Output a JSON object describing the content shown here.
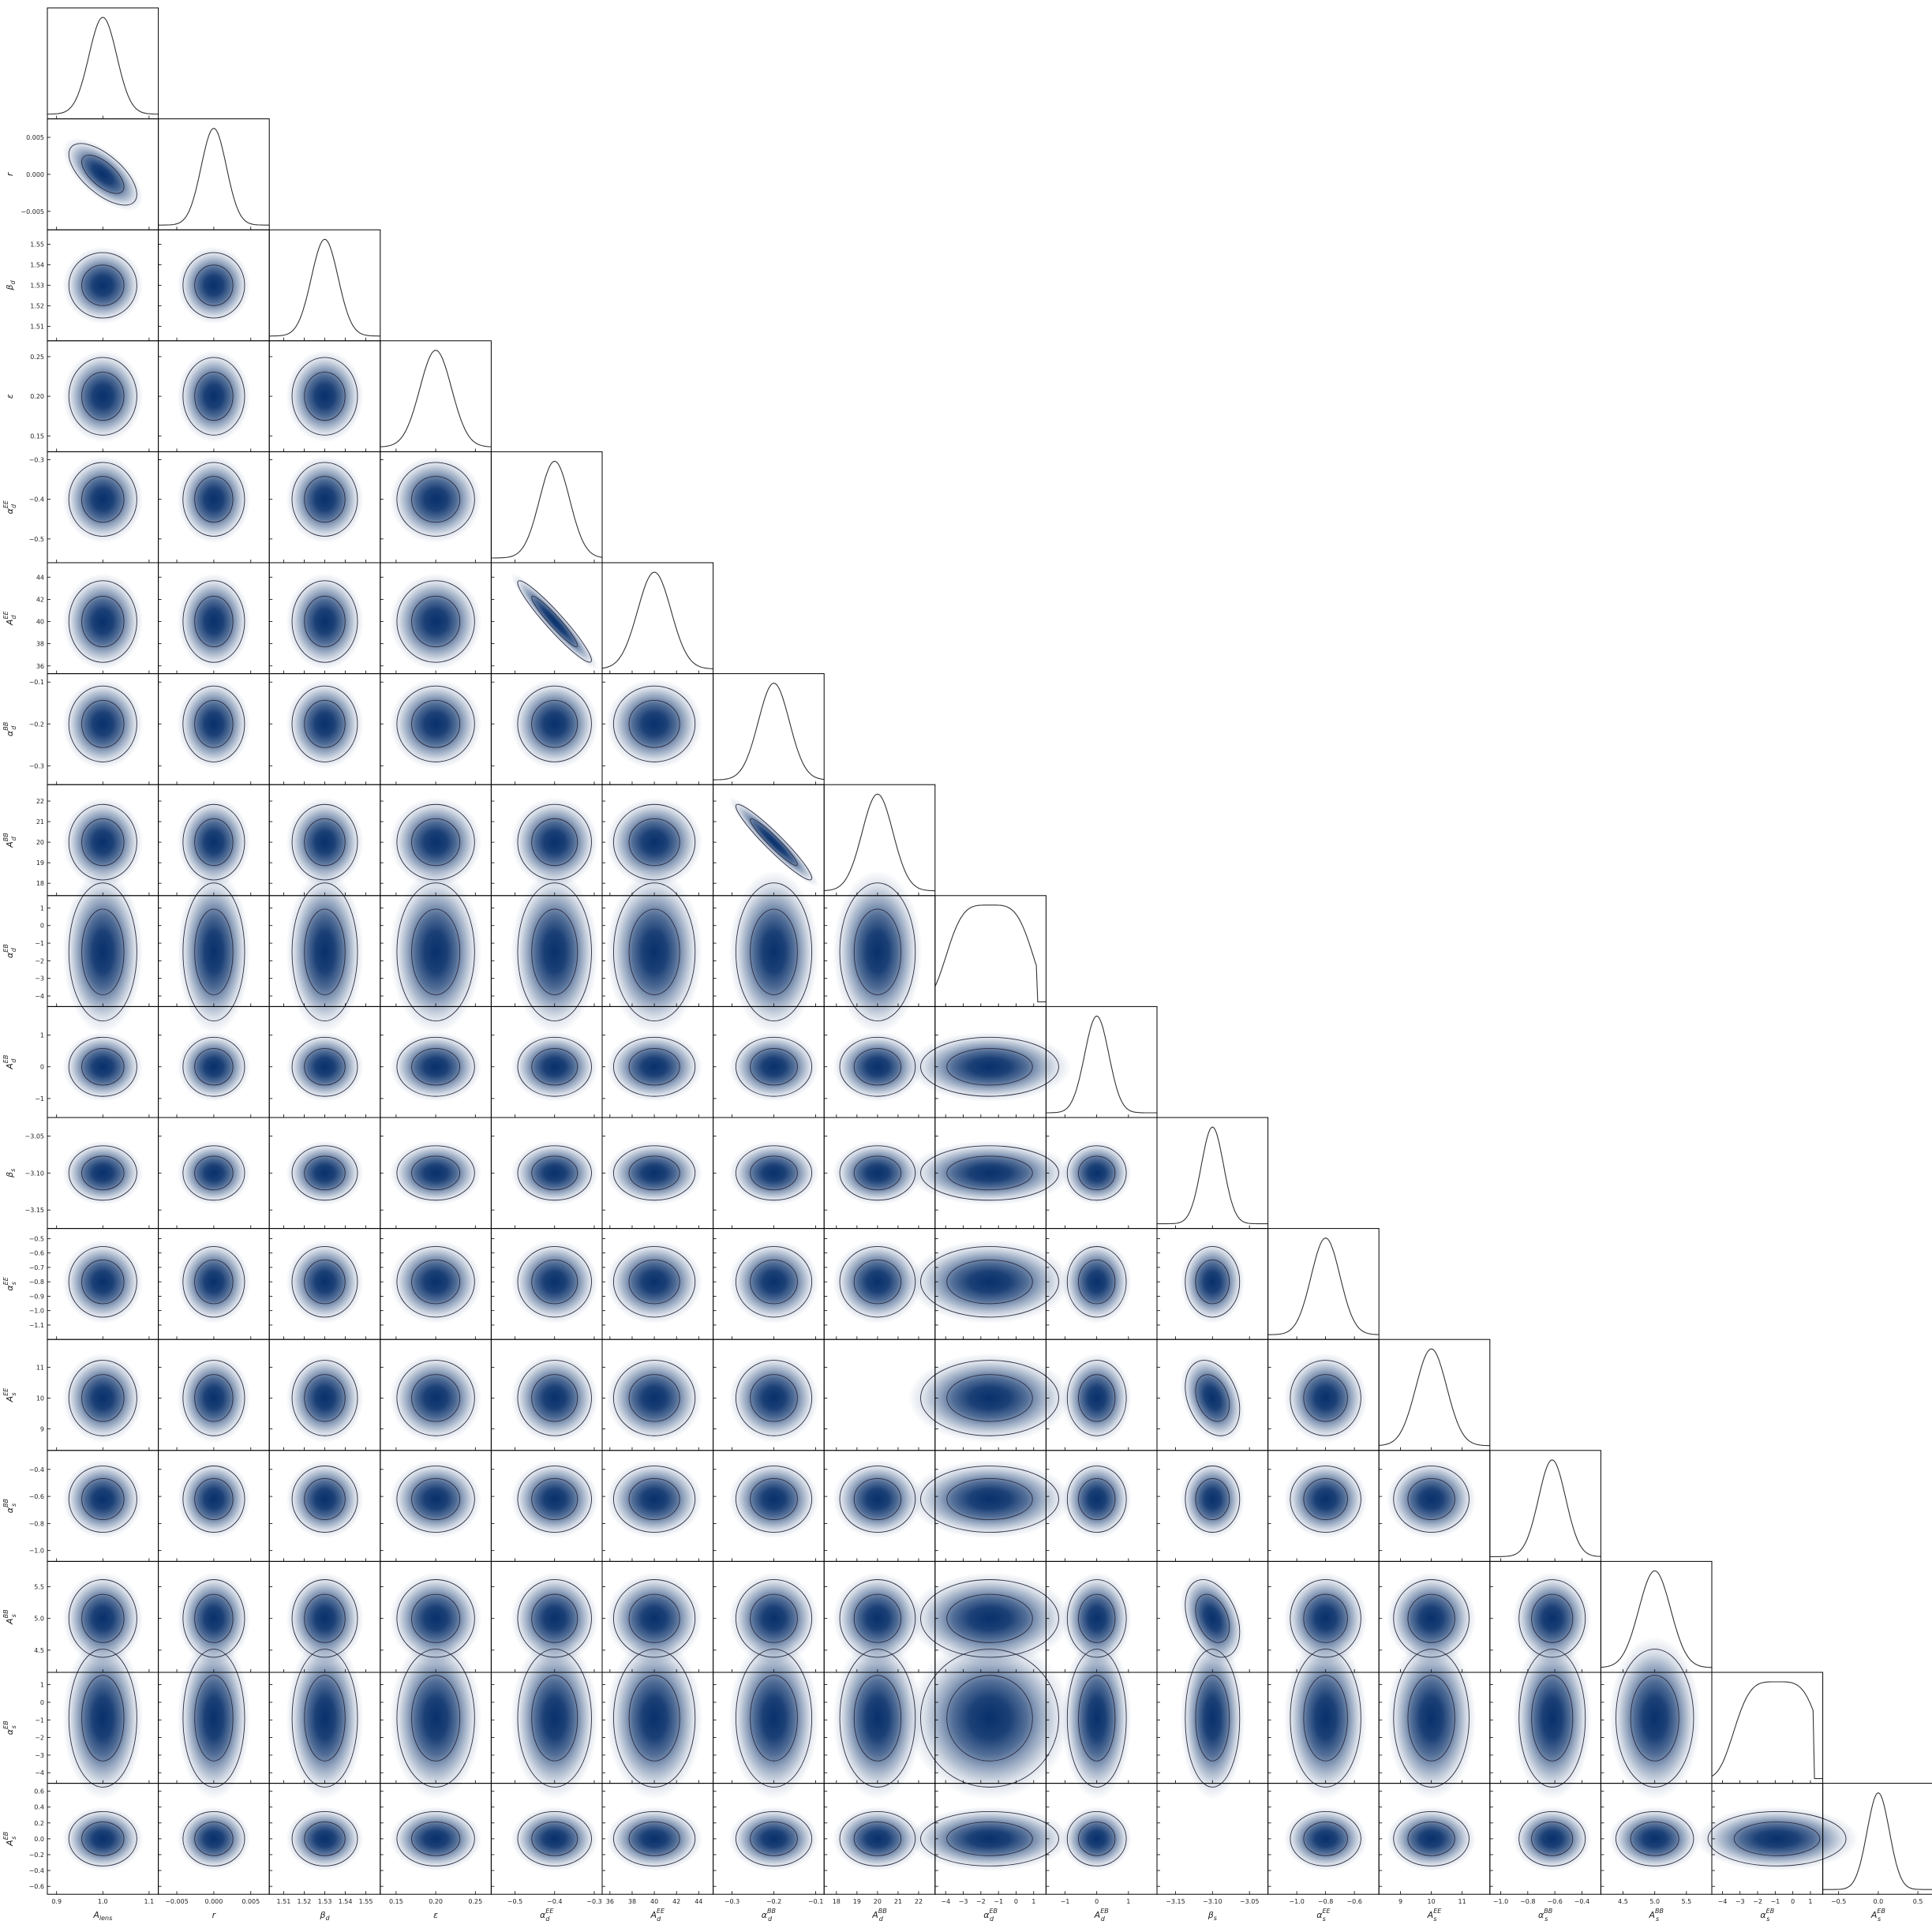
{
  "chart_data": {
    "type": "corner",
    "title": "",
    "parameters": [
      {
        "label": "A_lens",
        "mean": 1.0,
        "sigma": 0.03,
        "range": [
          0.88,
          1.12
        ],
        "ticks": [
          0.9,
          1.0,
          1.1
        ],
        "tick_labels": [
          "0.9",
          "1.0",
          "1.1"
        ]
      },
      {
        "label": "r",
        "mean": 0.0,
        "sigma": 0.0017,
        "range": [
          -0.0075,
          0.0075
        ],
        "ticks": [
          -0.005,
          0.0,
          0.005
        ],
        "tick_labels": [
          "−0.005",
          "0.000",
          "0.005"
        ]
      },
      {
        "label": "β_d",
        "mean": 1.53,
        "sigma": 0.0065,
        "range": [
          1.503,
          1.557
        ],
        "ticks": [
          1.51,
          1.52,
          1.53,
          1.54,
          1.55
        ],
        "tick_labels": [
          "1.51",
          "1.52",
          "1.53",
          "1.54",
          "1.55"
        ]
      },
      {
        "label": "ε",
        "mean": 0.2,
        "sigma": 0.02,
        "range": [
          0.13,
          0.27
        ],
        "ticks": [
          0.15,
          0.2,
          0.25
        ],
        "tick_labels": [
          "0.15",
          "0.20",
          "0.25"
        ]
      },
      {
        "label": "α_d^EE",
        "mean": -0.4,
        "sigma": 0.038,
        "range": [
          -0.56,
          -0.28
        ],
        "ticks": [
          -0.5,
          -0.4,
          -0.3
        ],
        "tick_labels": [
          "−0.5",
          "−0.4",
          "−0.3"
        ]
      },
      {
        "label": "A_d^EE",
        "mean": 40,
        "sigma": 1.5,
        "range": [
          35.3,
          45.3
        ],
        "ticks": [
          36,
          38,
          40,
          42,
          44
        ],
        "tick_labels": [
          "36",
          "38",
          "40",
          "42",
          "44"
        ]
      },
      {
        "label": "α_d^BB",
        "mean": -0.2,
        "sigma": 0.037,
        "range": [
          -0.345,
          -0.08
        ],
        "ticks": [
          -0.3,
          -0.2,
          -0.1
        ],
        "tick_labels": [
          "−0.3",
          "−0.2",
          "−0.1"
        ]
      },
      {
        "label": "A_d^BB",
        "mean": 20,
        "sigma": 0.75,
        "range": [
          17.4,
          22.8
        ],
        "ticks": [
          18,
          19,
          20,
          21,
          22
        ],
        "tick_labels": [
          "18",
          "19",
          "20",
          "21",
          "22"
        ]
      },
      {
        "label": "α_d^EB",
        "mean": -1.5,
        "sigma": 1.6,
        "range": [
          -4.6,
          1.7
        ],
        "ticks": [
          -4,
          -3,
          -2,
          -1,
          0,
          1
        ],
        "tick_labels": [
          "−4",
          "−3",
          "−2",
          "−1",
          "0",
          "1"
        ]
      },
      {
        "label": "A_d^EB",
        "mean": 0.0,
        "sigma": 0.38,
        "range": [
          -1.6,
          1.9
        ],
        "ticks": [
          -1,
          0,
          1
        ],
        "tick_labels": [
          "−1",
          "0",
          "1"
        ]
      },
      {
        "label": "β_s",
        "mean": -3.1,
        "sigma": 0.015,
        "range": [
          -3.175,
          -3.025
        ],
        "ticks": [
          -3.15,
          -3.1,
          -3.05
        ],
        "tick_labels": [
          "−3.15",
          "−3.10",
          "−3.05"
        ]
      },
      {
        "label": "α_s^EE",
        "mean": -0.8,
        "sigma": 0.1,
        "range": [
          -1.2,
          -0.43
        ],
        "ticks": [
          -1.0,
          -0.8,
          -0.6
        ],
        "tick_labels": [
          "−1.0",
          "−0.8",
          "−0.6"
        ],
        "y_ticks": [
          -1.1,
          -1.0,
          -0.9,
          -0.8,
          -0.7,
          -0.6,
          -0.5
        ],
        "y_tick_labels": [
          "−1.1",
          "−1.0",
          "−0.9",
          "−0.8",
          "−0.7",
          "−0.6",
          "−0.5"
        ]
      },
      {
        "label": "A_s^EE",
        "mean": 10,
        "sigma": 0.5,
        "range": [
          8.3,
          11.9
        ],
        "ticks": [
          9,
          10,
          11
        ],
        "tick_labels": [
          "9",
          "10",
          "11"
        ]
      },
      {
        "label": "α_s^BB",
        "mean": -0.62,
        "sigma": 0.1,
        "range": [
          -1.08,
          -0.26
        ],
        "ticks": [
          -1.0,
          -0.8,
          -0.6,
          -0.4
        ],
        "tick_labels": [
          "−1.0",
          "−0.8",
          "−0.6",
          "−0.4"
        ]
      },
      {
        "label": "A_s^BB",
        "mean": 5.0,
        "sigma": 0.25,
        "range": [
          4.15,
          5.9
        ],
        "ticks": [
          4.5,
          5.0,
          5.5
        ],
        "tick_labels": [
          "4.5",
          "5.0",
          "5.5"
        ]
      },
      {
        "label": "α_s^EB",
        "mean": -0.9,
        "sigma": 1.6,
        "range": [
          -4.6,
          1.7
        ],
        "ticks": [
          -4,
          -3,
          -2,
          -1,
          0,
          1
        ],
        "tick_labels": [
          "−4",
          "−3",
          "−2",
          "−1",
          "0",
          "1"
        ]
      },
      {
        "label": "A_s^EB",
        "mean": 0.0,
        "sigma": 0.14,
        "range": [
          -0.7,
          0.7
        ],
        "ticks": [
          -0.5,
          0.0,
          0.5
        ],
        "tick_labels": [
          "−0.5",
          "0.0",
          "0.5"
        ],
        "y_ticks": [
          -0.6,
          -0.4,
          -0.2,
          0.0,
          0.2,
          0.4,
          0.6
        ],
        "y_tick_labels": [
          "−0.6",
          "−0.4",
          "−0.2",
          "0.0",
          "0.2",
          "0.4",
          "0.6"
        ]
      }
    ],
    "correlations": [
      {
        "x": "A_lens",
        "y": "r",
        "rho": -0.65
      },
      {
        "x": "α_d^EE",
        "y": "A_d^EE",
        "rho": -0.95
      },
      {
        "x": "α_d^BB",
        "y": "A_d^BB",
        "rho": -0.95
      },
      {
        "x": "β_s",
        "y": "A_s^EE",
        "rho": -0.3
      },
      {
        "x": "β_s",
        "y": "A_s^BB",
        "rho": -0.35
      }
    ],
    "contour_levels": [
      "68%",
      "95%"
    ],
    "colors": {
      "fill": "#08306b",
      "contour": "#2b2b40",
      "marginal": "#333333",
      "frame": "#000000"
    },
    "grid": false,
    "legend": "none"
  }
}
